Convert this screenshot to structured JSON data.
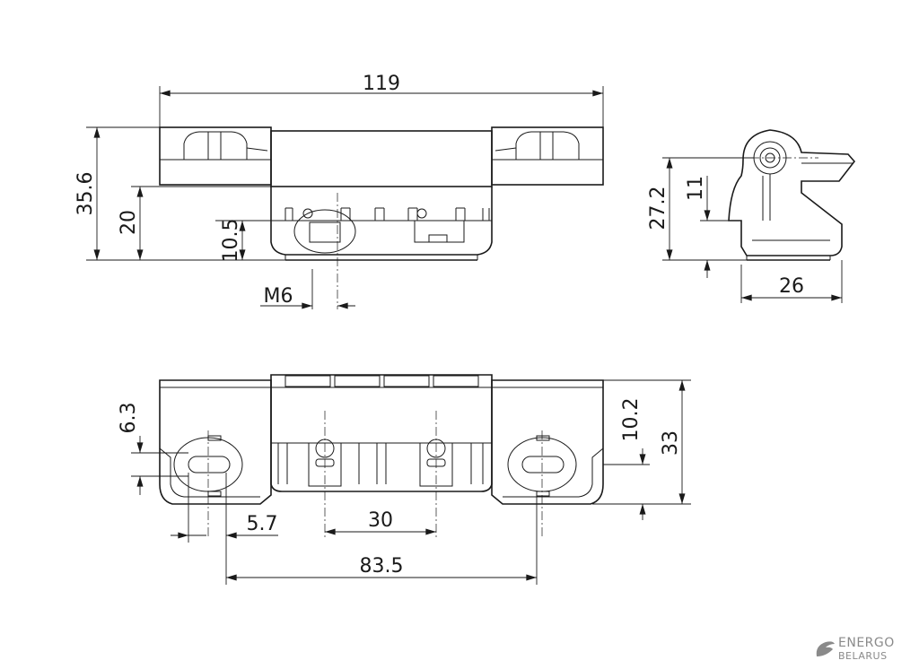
{
  "dimensions": {
    "top_view": {
      "overall_length": "119",
      "overall_height": "35.6",
      "height_20": "20",
      "height_10_5": "10.5",
      "thread": "M6"
    },
    "side_view": {
      "height_27_2": "27.2",
      "height_11": "11",
      "depth": "26"
    },
    "bottom_view": {
      "slot_offset": "6.3",
      "slot_width": "5.7",
      "hole_spacing": "30",
      "slot_spacing": "83.5",
      "height_10_2": "10.2",
      "overall_height": "33"
    }
  },
  "logo": {
    "line1": "ENERGO",
    "line2": "BELARUS"
  }
}
